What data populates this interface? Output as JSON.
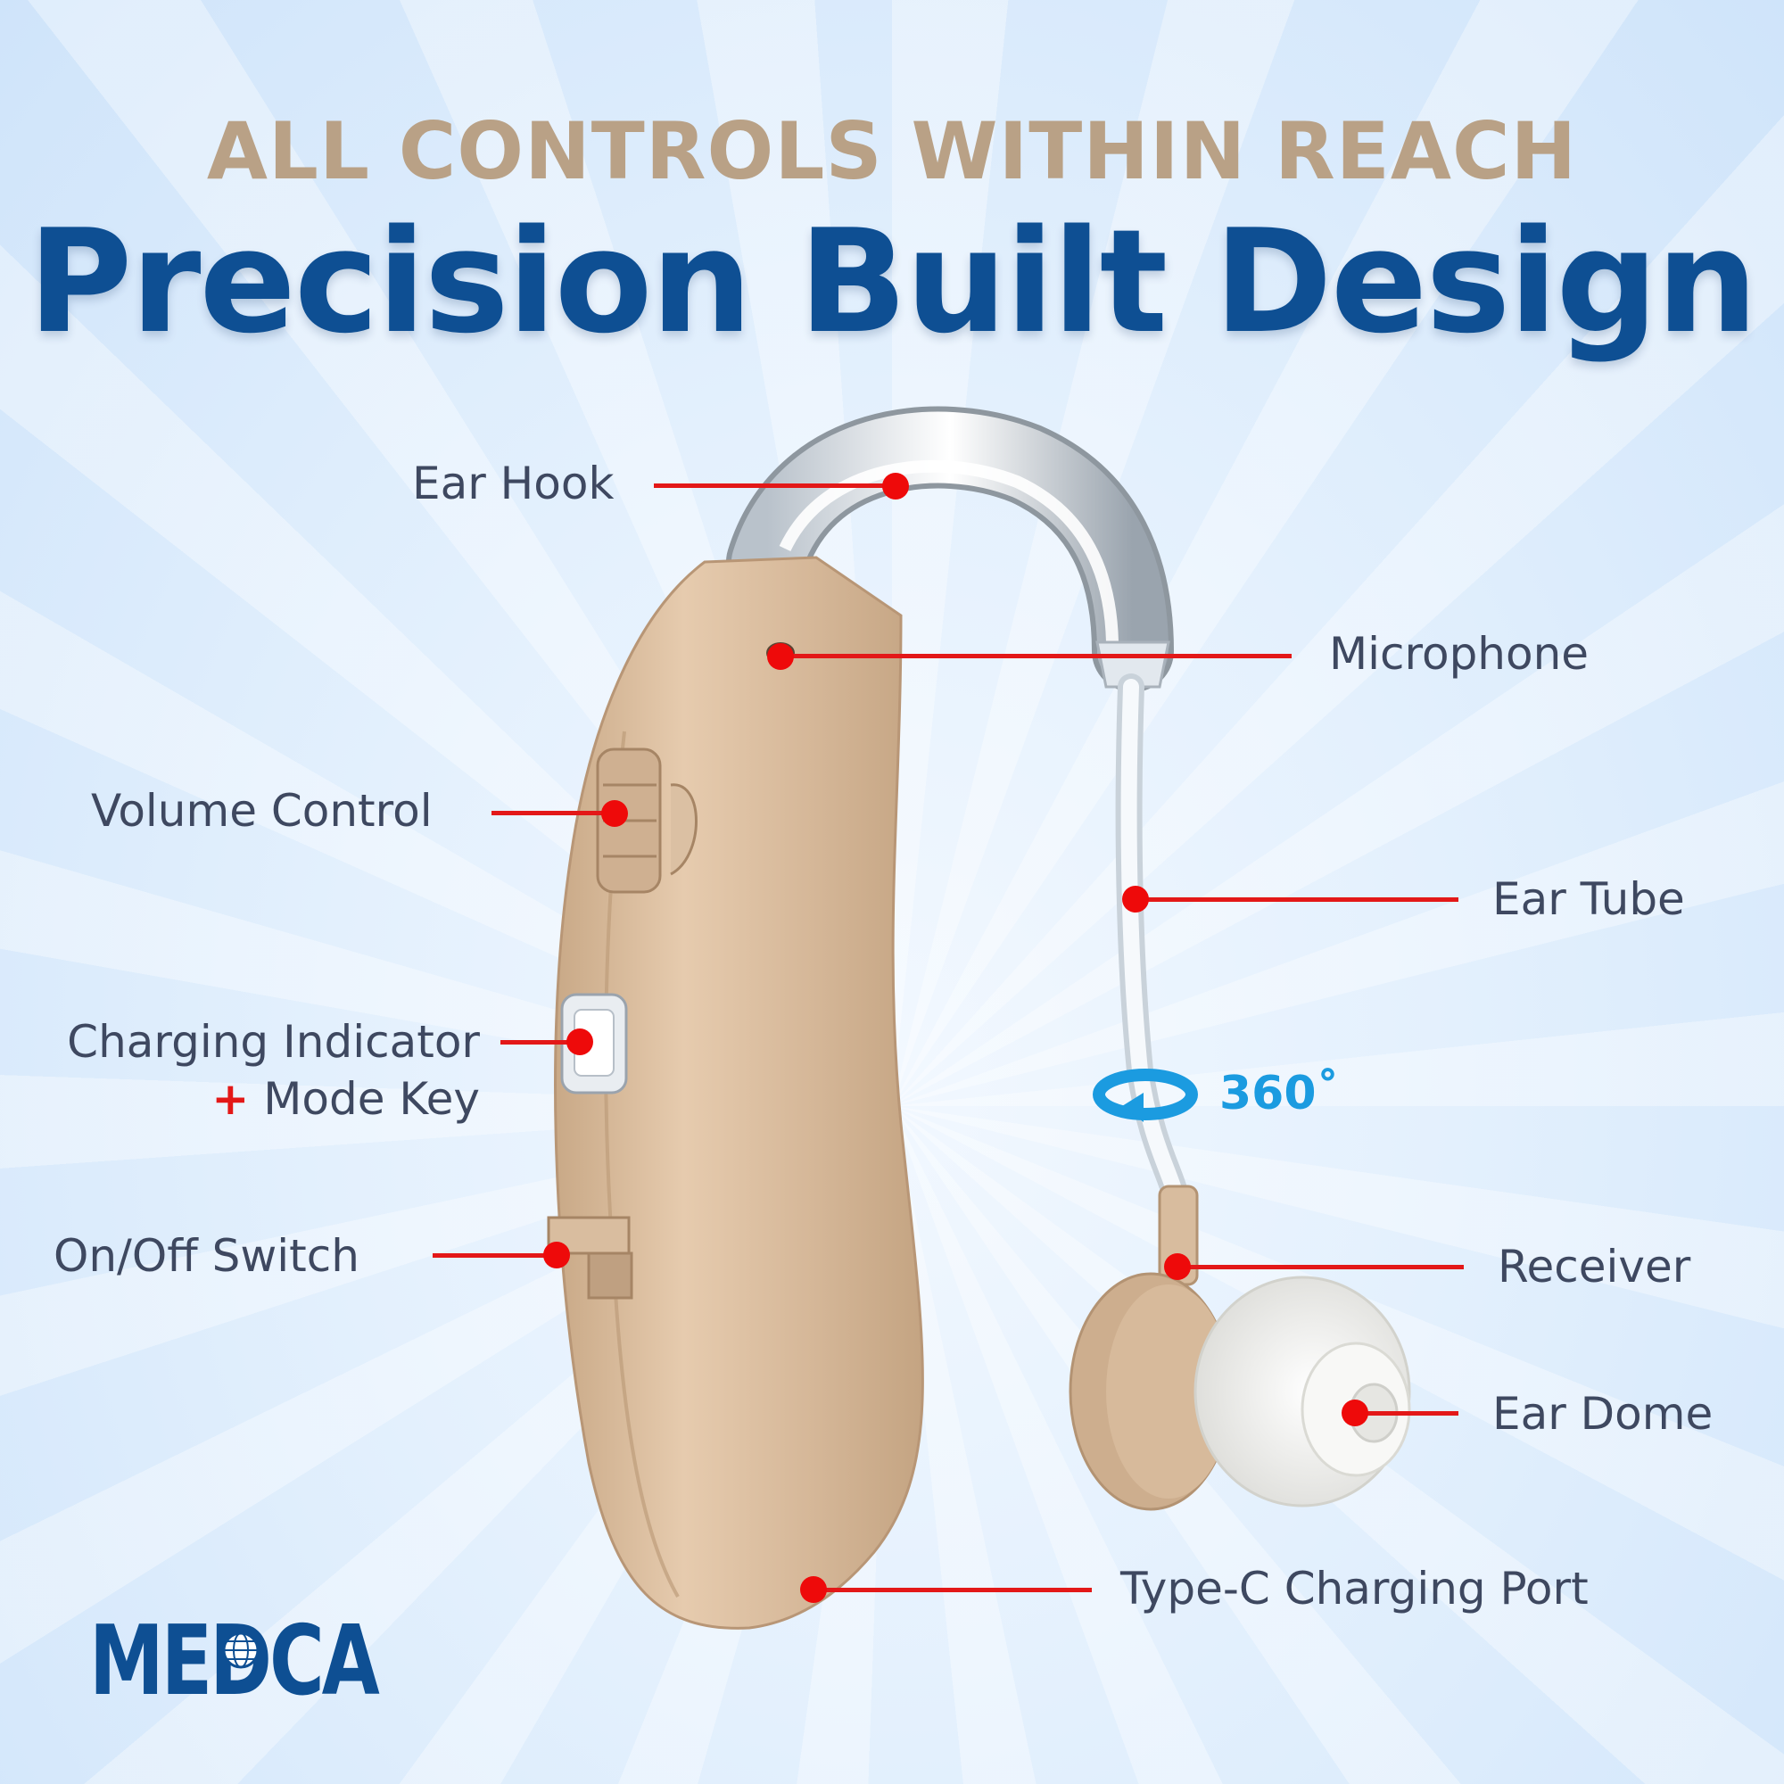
{
  "header": {
    "eyebrow": "ALL CONTROLS WITHIN REACH",
    "title": "Precision Built Design"
  },
  "product": {
    "name": "behind-the-ear hearing aid",
    "body_color": "#d6b99b",
    "hook_color": "#e8eef4",
    "dome_color": "#f4f4f2"
  },
  "callouts": [
    {
      "id": "ear-hook",
      "label": "Ear Hook",
      "side": "left"
    },
    {
      "id": "microphone",
      "label": "Microphone",
      "side": "right"
    },
    {
      "id": "volume-control",
      "label": "Volume Control",
      "side": "left"
    },
    {
      "id": "ear-tube",
      "label": "Ear Tube",
      "side": "right"
    },
    {
      "id": "charging-indicator",
      "label": "Charging Indicator",
      "sublabel_prefix": "+",
      "sublabel": "Mode Key",
      "side": "left"
    },
    {
      "id": "on-off-switch",
      "label": "On/Off Switch",
      "side": "left"
    },
    {
      "id": "receiver",
      "label": "Receiver",
      "side": "right"
    },
    {
      "id": "ear-dome",
      "label": "Ear Dome",
      "side": "right"
    },
    {
      "id": "type-c-port",
      "label": "Type-C Charging Port",
      "side": "right"
    }
  ],
  "rotation": {
    "icon": "rotate-360-icon",
    "label": "360˚"
  },
  "brand": {
    "logo_text": "MEDCA",
    "logo_icon": "globe-icon"
  },
  "colors": {
    "eyebrow": "#b9a186",
    "title": "#0e4f93",
    "label_text": "#3e4860",
    "leader_line": "#e31818",
    "rotation_accent": "#1b9be0",
    "brand": "#0e4f93"
  }
}
